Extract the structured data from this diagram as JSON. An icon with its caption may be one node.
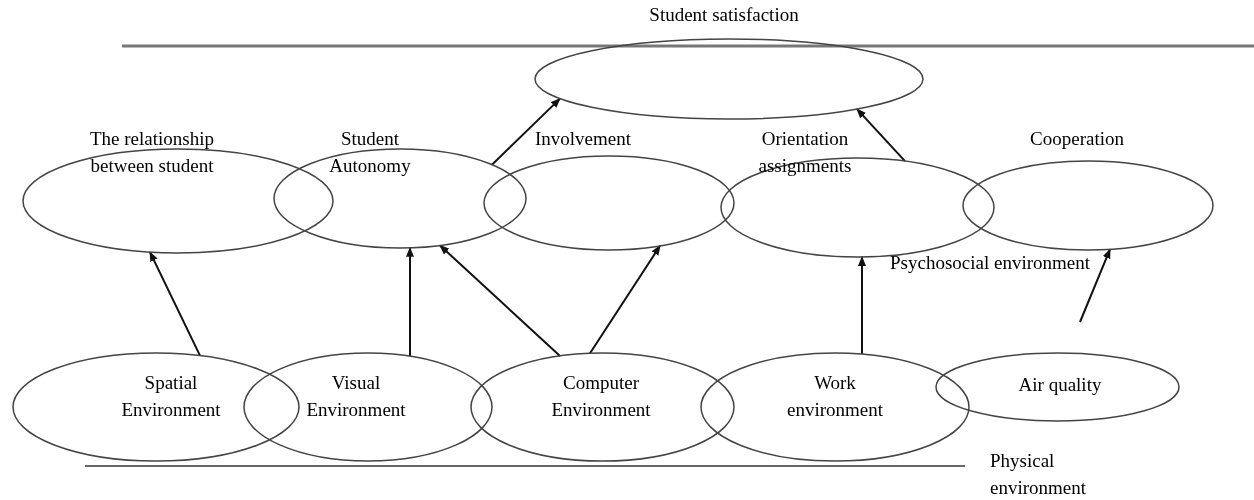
{
  "diagram": {
    "nodes": [
      {
        "text": [
          "Student satisfaction"
        ]
      },
      {
        "text": [
          "The relationship between student"
        ]
      },
      {
        "text": [
          "Student Autonomy"
        ]
      },
      {
        "text": [
          "Involvement"
        ]
      },
      {
        "text": [
          "Orientation assignments"
        ]
      },
      {
        "text": [
          "Cooperation"
        ]
      },
      {
        "text": [
          "Spatial Environment"
        ]
      },
      {
        "text": [
          "Visual Environment"
        ]
      },
      {
        "text": [
          "Computer Environment"
        ]
      },
      {
        "text": [
          "Work environment"
        ]
      },
      {
        "text": [
          "Air quality"
        ]
      }
    ],
    "edges": [
      {
        "from": 2,
        "to": 0,
        "arrow": "to"
      },
      {
        "from": 4,
        "to": 0,
        "arrow": "to"
      },
      {
        "from": 6,
        "to": 1,
        "arrow": "to"
      },
      {
        "from": 7,
        "to": 2,
        "arrow": "to"
      },
      {
        "from": 8,
        "to": 2,
        "arrow": "to"
      },
      {
        "from": 8,
        "to": 3,
        "arrow": "to"
      },
      {
        "from": 9,
        "to": 4,
        "arrow": "to"
      },
      {
        "from": null,
        "to": 5,
        "arrow": "to"
      }
    ],
    "labels": [
      "Psychosocial environment",
      "Physical environment"
    ]
  }
}
